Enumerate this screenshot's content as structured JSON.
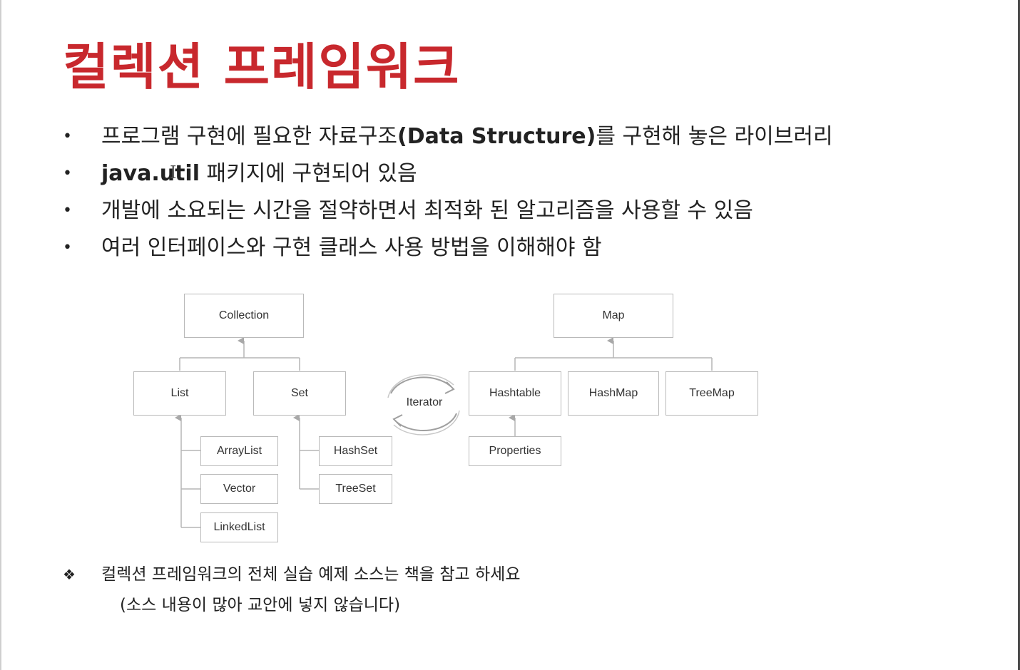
{
  "slide": {
    "title": "컬렉션 프레임워크",
    "bullets": [
      {
        "pre": "프로그램 구현에 필요한 자료구조",
        "bold": "(Data Structure)",
        "post": "를 구현해 놓은 라이브러리"
      },
      {
        "pre": "",
        "bold": "java.util",
        "post": " 패키지에 구현되어 있음"
      },
      {
        "pre": "개발에 소요되는 시간을 절약하면서 최적화 된 알고리즘을 사용할 수 있음",
        "bold": "",
        "post": ""
      },
      {
        "pre": "여러 인터페이스와 구현 클래스 사용 방법을 이해해야 함",
        "bold": "",
        "post": ""
      }
    ],
    "note_line1": "컬렉션 프레임워크의 전체 실습 예제 소스는 책을 참고 하세요",
    "note_line2": "(소스 내용이  많아 교안에 넣지 않습니다)",
    "title_color": "#c8282d",
    "bullet_icon": "bullet-dot-icon",
    "note_icon": "four-diamond-icon"
  },
  "diagram": {
    "collection": "Collection",
    "list": "List",
    "set": "Set",
    "arraylist": "ArrayList",
    "vector": "Vector",
    "linkedlist": "LinkedList",
    "hashset": "HashSet",
    "treeset": "TreeSet",
    "iterator": "Iterator",
    "map": "Map",
    "hashtable": "Hashtable",
    "hashmap": "HashMap",
    "treemap": "TreeMap",
    "properties": "Properties"
  }
}
